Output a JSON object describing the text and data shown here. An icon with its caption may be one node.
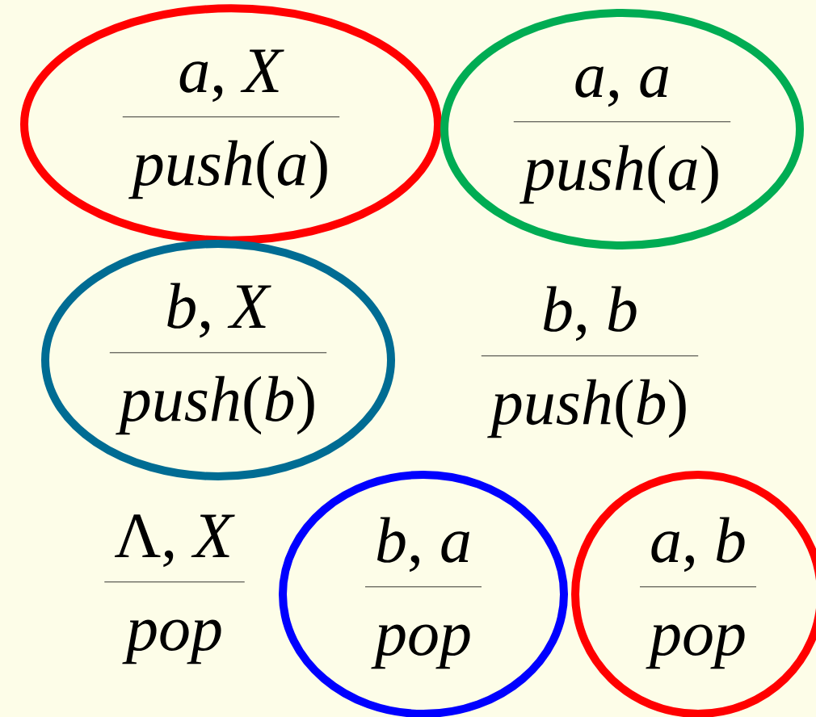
{
  "diagram": {
    "nodes": [
      {
        "text": [
          "*a*, *X*",
          "*push*(*a*)"
        ]
      },
      {
        "text": [
          "*a*, *a*",
          "*push*(*a*)"
        ]
      },
      {
        "text": [
          "*b*, *X*",
          "*push*(*b*)"
        ]
      },
      {
        "text": [
          "*b*, *a*",
          "*pop*"
        ]
      },
      {
        "text": [
          "*a*, *b*",
          "*pop*"
        ]
      }
    ],
    "labels": [
      "*b*, *b*",
      "*push*(*b*)",
      "Λ, *X*",
      "*pop*"
    ]
  }
}
